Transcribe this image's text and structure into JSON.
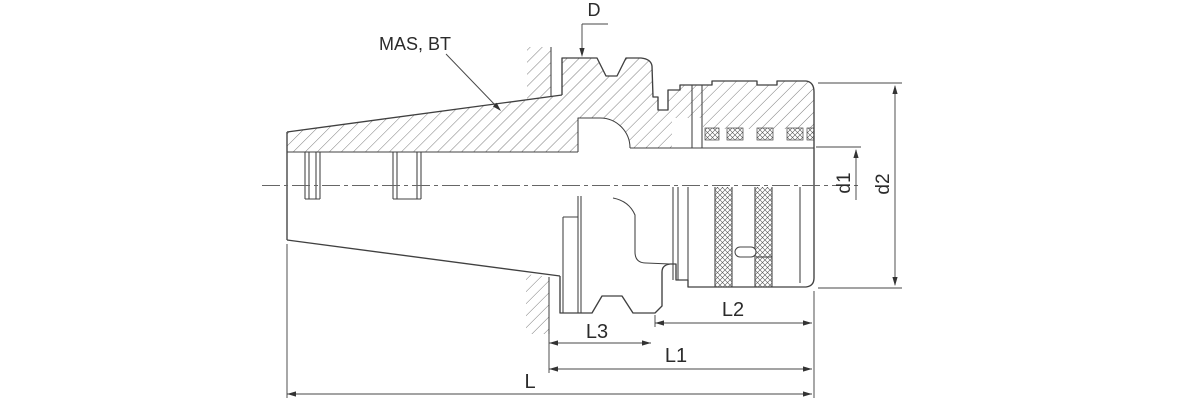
{
  "drawing": {
    "background_color": "#ffffff",
    "line_color": "#404040",
    "callouts": {
      "taper_standard": "MAS, BT",
      "flange_diameter": "D"
    },
    "dimensions": {
      "bore_diameter": "d1",
      "body_diameter": "d2",
      "overall_length": "L",
      "length_l1": "L1",
      "length_l2": "L2",
      "length_l3": "L3"
    }
  }
}
